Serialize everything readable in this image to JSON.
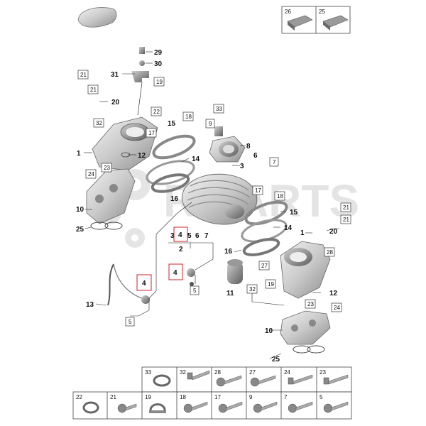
{
  "diagram": {
    "watermark_text": "RIPARTS",
    "callouts": [
      {
        "id": "29",
        "label": "29"
      },
      {
        "id": "30",
        "label": "30"
      },
      {
        "id": "31",
        "label": "31"
      },
      {
        "id": "20a",
        "label": "20"
      },
      {
        "id": "1a",
        "label": "1"
      },
      {
        "id": "12a",
        "label": "12"
      },
      {
        "id": "15a",
        "label": "15"
      },
      {
        "id": "14a",
        "label": "14"
      },
      {
        "id": "16a",
        "label": "16"
      },
      {
        "id": "10a",
        "label": "10"
      },
      {
        "id": "25a",
        "label": "25"
      },
      {
        "id": "8",
        "label": "8"
      },
      {
        "id": "3",
        "label": "3"
      },
      {
        "id": "6",
        "label": "6"
      },
      {
        "id": "15b",
        "label": "15"
      },
      {
        "id": "14b",
        "label": "14"
      },
      {
        "id": "16b",
        "label": "16"
      },
      {
        "id": "20b",
        "label": "20"
      },
      {
        "id": "1b",
        "label": "1"
      },
      {
        "id": "12b",
        "label": "12"
      },
      {
        "id": "10b",
        "label": "10"
      },
      {
        "id": "25b",
        "label": "25"
      },
      {
        "id": "11",
        "label": "11"
      },
      {
        "id": "13",
        "label": "13"
      },
      {
        "id": "2",
        "label": "2"
      },
      {
        "id": "s3",
        "label": "3"
      },
      {
        "id": "s5",
        "label": "5"
      },
      {
        "id": "s6",
        "label": "6"
      },
      {
        "id": "s7",
        "label": "7"
      }
    ],
    "boxed_labels": [
      {
        "id": "b21a",
        "label": "21"
      },
      {
        "id": "b21b",
        "label": "21"
      },
      {
        "id": "b19a",
        "label": "19"
      },
      {
        "id": "b22",
        "label": "22"
      },
      {
        "id": "b32a",
        "label": "32"
      },
      {
        "id": "b17a",
        "label": "17"
      },
      {
        "id": "b18a",
        "label": "18"
      },
      {
        "id": "b24a",
        "label": "24"
      },
      {
        "id": "b23a",
        "label": "23"
      },
      {
        "id": "b33",
        "label": "33"
      },
      {
        "id": "b9",
        "label": "9"
      },
      {
        "id": "b7",
        "label": "7"
      },
      {
        "id": "b17b",
        "label": "17"
      },
      {
        "id": "b18b",
        "label": "18"
      },
      {
        "id": "b21c",
        "label": "21"
      },
      {
        "id": "b21d",
        "label": "21"
      },
      {
        "id": "b28",
        "label": "28"
      },
      {
        "id": "b27",
        "label": "27"
      },
      {
        "id": "b19b",
        "label": "19"
      },
      {
        "id": "b32b",
        "label": "32"
      },
      {
        "id": "b23b",
        "label": "23"
      },
      {
        "id": "b24b",
        "label": "24"
      },
      {
        "id": "b5a",
        "label": "5"
      },
      {
        "id": "b5b",
        "label": "5"
      }
    ],
    "highlighted_labels": [
      {
        "id": "h4a",
        "label": "4"
      },
      {
        "id": "h4b",
        "label": "4"
      },
      {
        "id": "h4c",
        "label": "4"
      }
    ],
    "legend_top": [
      {
        "label": "26",
        "icon": "sealant-tube-icon"
      },
      {
        "label": "25",
        "icon": "sealant-tube-icon"
      }
    ],
    "legend_bottom_row1": [
      {
        "label": "33",
        "icon": "hose-clamp-icon"
      },
      {
        "label": "32",
        "icon": "bolt-icon"
      },
      {
        "label": "28",
        "icon": "flange-bolt-icon"
      },
      {
        "label": "27",
        "icon": "flange-bolt-icon"
      },
      {
        "label": "24",
        "icon": "bolt-icon"
      },
      {
        "label": "23",
        "icon": "bolt-icon"
      }
    ],
    "legend_bottom_row2": [
      {
        "label": "22",
        "icon": "clamp-icon"
      },
      {
        "label": "21",
        "icon": "short-bolt-icon"
      },
      {
        "label": "19",
        "icon": "clip-icon"
      },
      {
        "label": "18",
        "icon": "flange-bolt-icon"
      },
      {
        "label": "17",
        "icon": "flange-bolt-icon"
      },
      {
        "label": "9",
        "icon": "flange-bolt-icon"
      },
      {
        "label": "7",
        "icon": "screw-icon"
      },
      {
        "label": "5",
        "icon": "torx-bolt-icon"
      }
    ]
  }
}
